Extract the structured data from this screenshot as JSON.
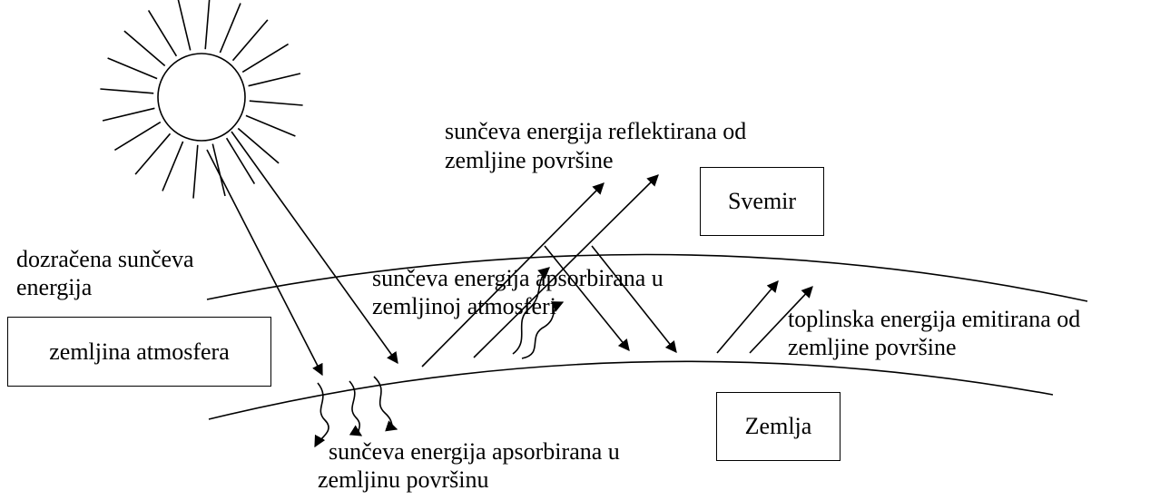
{
  "labels": {
    "irradiated": [
      "dozračena sunčeva",
      "energija"
    ],
    "reflected": [
      "sunčeva energija reflektirana od",
      "zemljine površine"
    ],
    "absorbed_atmosphere": [
      "sunčeva energija apsorbirana u",
      "zemljinoj atmosferi"
    ],
    "thermal_emitted": [
      "toplinska energija emitirana od",
      "zemljine površine"
    ],
    "absorbed_surface": [
      "sunčeva energija apsorbirana u",
      "zemljinu površinu"
    ]
  },
  "boxes": {
    "space": "Svemir",
    "earth_atmosphere": "zemljina atmosfera",
    "earth": "Zemlja"
  },
  "colors": {
    "stroke": "#000000",
    "background": "#ffffff"
  }
}
